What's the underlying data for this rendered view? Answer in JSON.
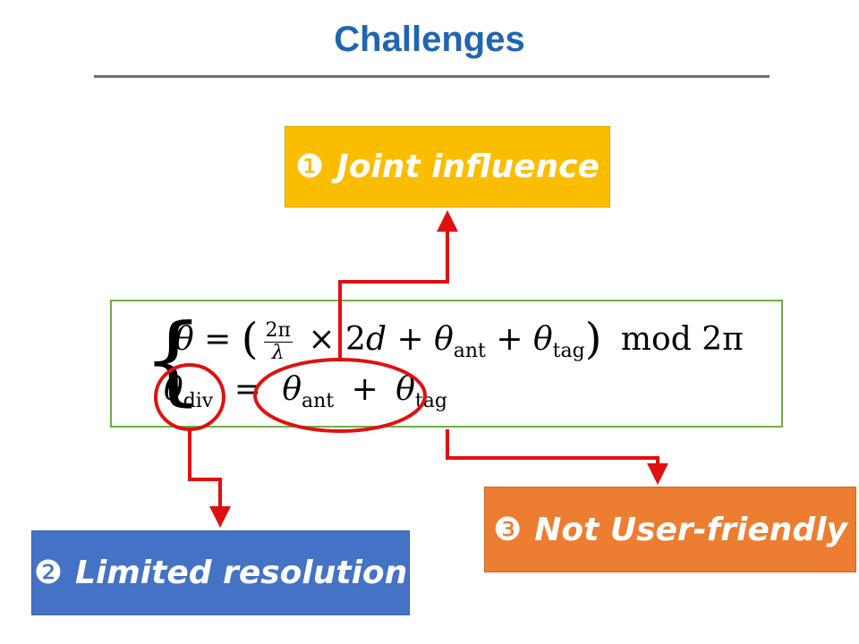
{
  "title": "Challenges",
  "boxes": {
    "joint": {
      "number": "❶",
      "label": "Joint influence",
      "color": "#fbbd00"
    },
    "limited": {
      "number": "❷",
      "label": "Limited resolution",
      "color": "#4472c4"
    },
    "user": {
      "number": "❸",
      "label": "Not User-friendly",
      "color": "#ed7d31"
    }
  },
  "equations": {
    "line1": {
      "theta": "θ",
      "eq": "=",
      "lparen": "(",
      "frac_num": "2π",
      "frac_den": "λ",
      "times": "×",
      "two_d": "2",
      "d": "d",
      "plus1": "+",
      "theta_ant": "θ",
      "sub_ant": "ant",
      "plus2": "+",
      "theta_tag": "θ",
      "sub_tag": "tag",
      "rparen": ")",
      "mod": "mod",
      "two_pi": "2π"
    },
    "line2": {
      "theta_div": "θ",
      "sub_div": "div",
      "eq": "=",
      "theta_ant": "θ",
      "sub_ant": "ant",
      "plus": "+",
      "theta_tag": "θ",
      "sub_tag": "tag"
    }
  },
  "colors": {
    "title": "#1f66b0",
    "arrow": "#e01010",
    "equation_border": "#70ad47",
    "rule": "#6f6f6f"
  }
}
